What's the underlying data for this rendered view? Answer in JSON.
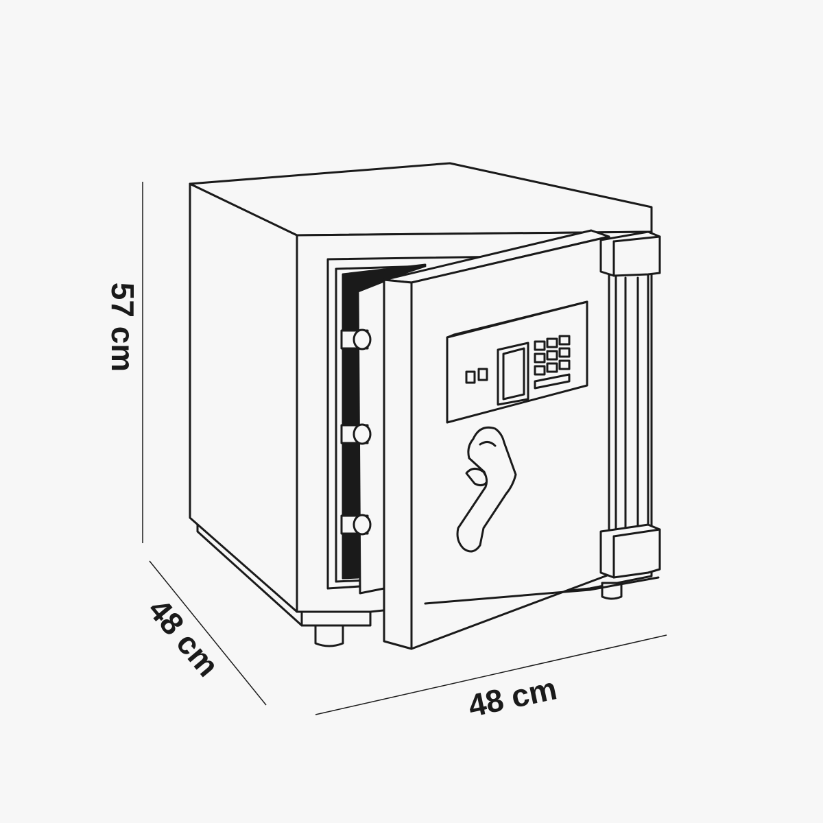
{
  "dimensions": {
    "height_label": "57 cm",
    "depth_label": "48 cm",
    "width_label": "48 cm"
  },
  "colors": {
    "background": "#f7f7f7",
    "line": "#1a1a1a"
  }
}
